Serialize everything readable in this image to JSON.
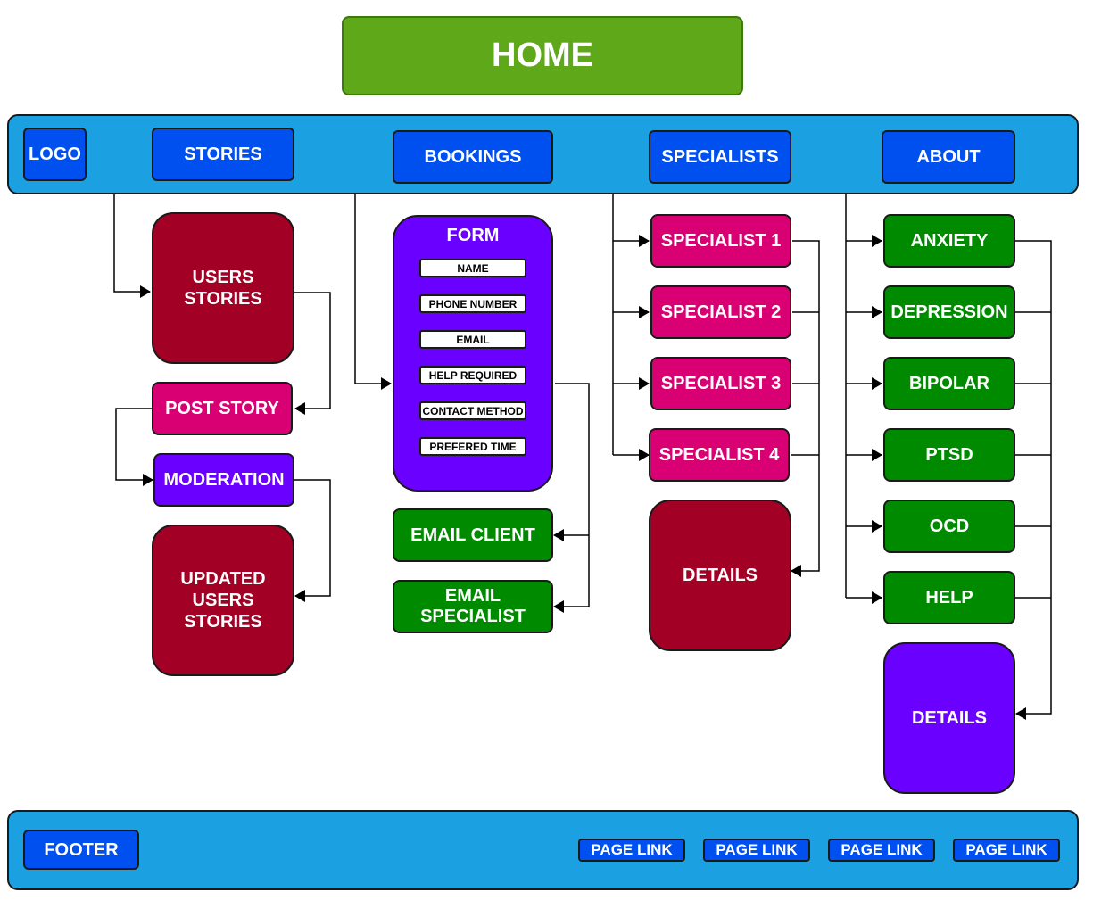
{
  "home": "HOME",
  "nav": {
    "logo": "LOGO",
    "stories": "STORIES",
    "bookings": "BOOKINGS",
    "specialists": "SPECIALISTS",
    "about": "ABOUT"
  },
  "stories_branch": {
    "users_stories": [
      "USERS",
      "STORIES"
    ],
    "post_story": "POST STORY",
    "moderation": "MODERATION",
    "updated_users_stories": [
      "UPDATED",
      "USERS",
      "STORIES"
    ]
  },
  "bookings_branch": {
    "form_title": "FORM",
    "fields": [
      "NAME",
      "PHONE NUMBER",
      "EMAIL",
      "HELP REQUIRED",
      "CONTACT METHOD",
      "PREFERED TIME"
    ],
    "email_client": "EMAIL CLIENT",
    "email_specialist": [
      "EMAIL",
      "SPECIALIST"
    ]
  },
  "specialists_branch": {
    "items": [
      "SPECIALIST 1",
      "SPECIALIST 2",
      "SPECIALIST 3",
      "SPECIALIST 4"
    ],
    "details": "DETAILS"
  },
  "about_branch": {
    "items": [
      "ANXIETY",
      "DEPRESSION",
      "BIPOLAR",
      "PTSD",
      "OCD",
      "HELP"
    ],
    "details": "DETAILS"
  },
  "footer": {
    "label": "FOOTER",
    "links": [
      "PAGE LINK",
      "PAGE LINK",
      "PAGE LINK",
      "PAGE LINK"
    ]
  },
  "colors": {
    "home": "#5fa819",
    "bar": "#1ba1e2",
    "nav": "#0050ef",
    "crimson": "#a20025",
    "pink": "#d80073",
    "violet": "#6a00ff",
    "green": "#008a00"
  }
}
